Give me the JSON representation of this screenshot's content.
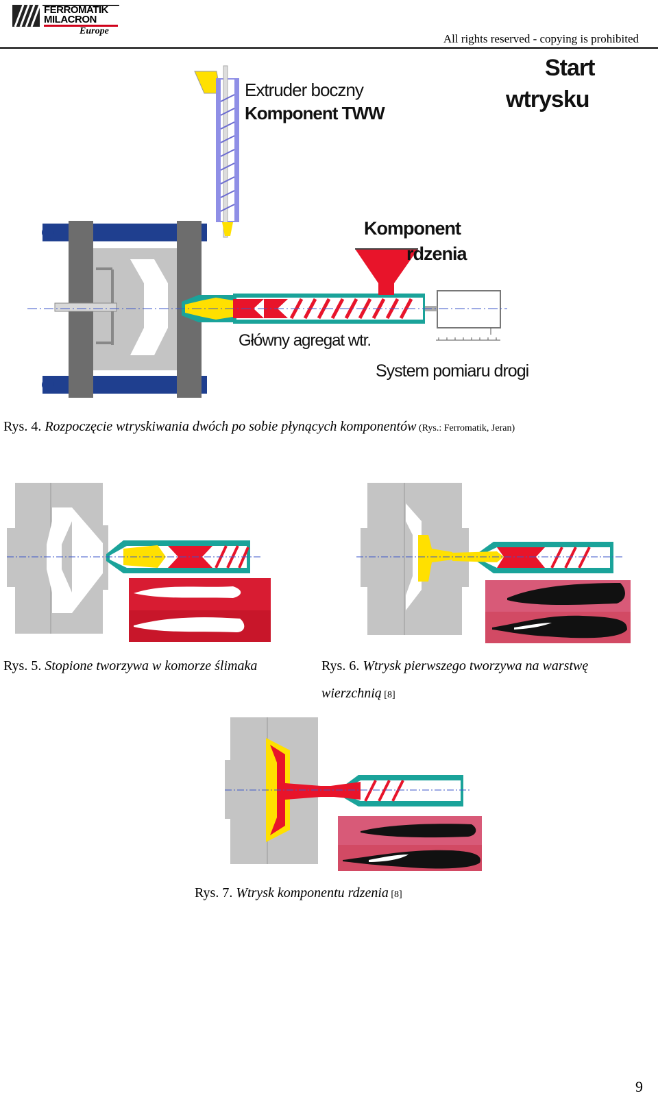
{
  "header": {
    "logo_line1": "FERROMATIK",
    "logo_line2": "MILACRON",
    "logo_line3": "Europe",
    "rights": "All rights reserved  - copying is prohibited"
  },
  "fig4": {
    "label_extruder": "Extruder boczny",
    "label_tww": "Komponent TWW",
    "label_start1": "Start",
    "label_start2": "wtrysku",
    "label_core1": "Komponent",
    "label_core2": "rdzenia",
    "label_main": "Główny agregat wtr.",
    "label_system": "System pomiaru drogi",
    "caption_num": "Rys. 4. ",
    "caption_text": "Rozpoczęcie wtryskiwania dwóch po sobie płynących komponentów",
    "caption_src": " (Rys.: Ferromatik, Jeran)"
  },
  "fig5": {
    "caption_num": "Rys. 5. ",
    "caption_text": "Stopione tworzywa w komorze ślimaka"
  },
  "fig6": {
    "caption_num": "Rys. 6. ",
    "caption_text_1": "Wtrysk pierwszego tworzywa na warstwę",
    "caption_text_2": "wierzchnią",
    "caption_ref": " [8]"
  },
  "fig7": {
    "caption_num": "Rys. 7. ",
    "caption_text": "Wtrysk komponentu rdzenia",
    "caption_ref": " [8]"
  },
  "page_number": "9",
  "colors": {
    "red": "#e8142a",
    "yellow": "#ffe000",
    "teal": "#1aa39a",
    "gray": "#c4c4c4",
    "blue": "#1f3f8f"
  }
}
